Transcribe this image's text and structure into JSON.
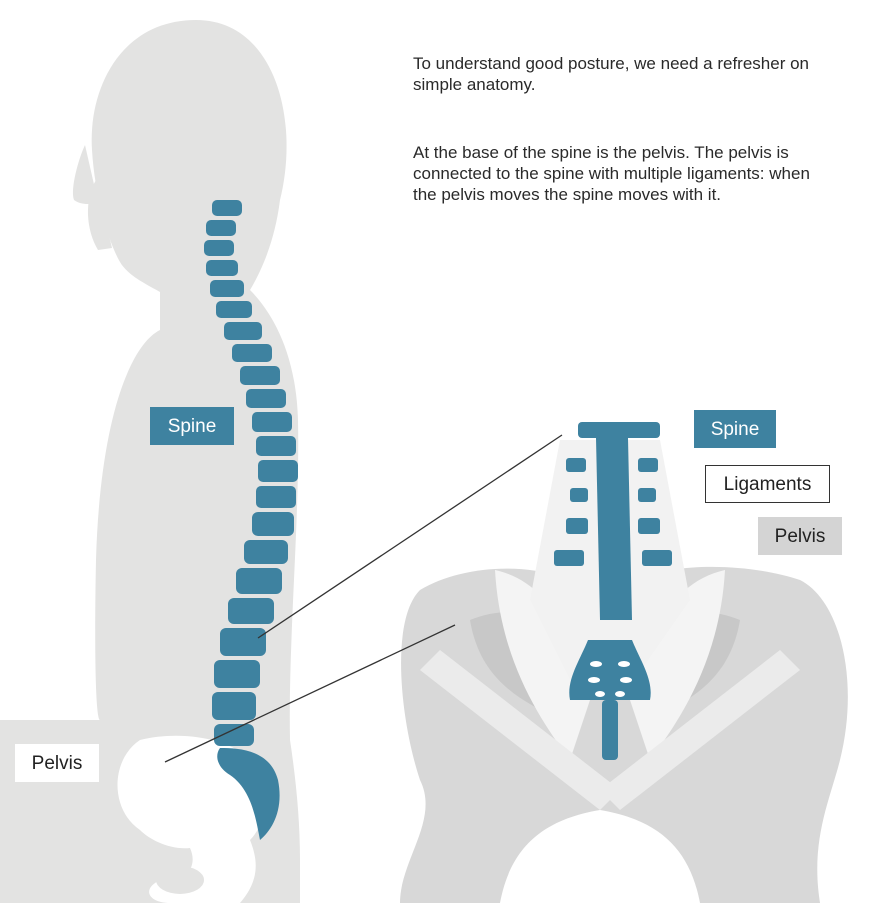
{
  "text": {
    "intro": "To understand good posture, we need a refresher on simple anatomy.",
    "paragraph": "At the base of the spine is the pelvis. The pelvis is connected to the spine with multiple ligaments: when the pelvis moves the spine moves with it."
  },
  "labels": {
    "side_spine": "Spine",
    "side_pelvis": "Pelvis",
    "detail_spine": "Spine",
    "detail_ligaments": "Ligaments",
    "detail_pelvis": "Pelvis"
  },
  "colors": {
    "bone_blue": "#3e82a0",
    "body_gray": "#e3e3e2",
    "pelvis_gray": "#cfcfcf",
    "text": "#2a2a2a"
  },
  "icons": {
    "side_view": "human-silhouette-with-spine",
    "detail_view": "pelvis-with-lumbar-spine-and-ligaments"
  }
}
